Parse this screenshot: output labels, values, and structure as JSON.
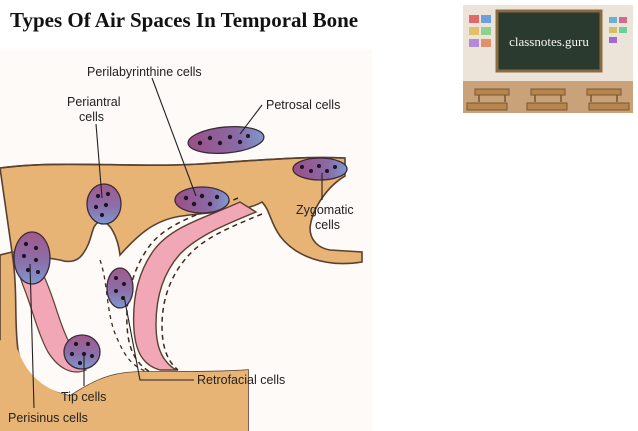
{
  "title": "Types Of Air Spaces In Temporal Bone",
  "labels": {
    "perilabyrinthine": "Perilabyrinthine cells",
    "periantral_1": "Periantral",
    "periantral_2": "cells",
    "petrosal": "Petrosal cells",
    "zygomatic_1": "Zygomatic",
    "zygomatic_2": "cells",
    "retrofacial": "Retrofacial cells",
    "tip": "Tip cells",
    "perisinus": "Perisinus cells"
  },
  "logo": {
    "text": "classnotes.guru"
  },
  "colors": {
    "bone": "#e8b475",
    "bone_outline": "#5a4030",
    "canal_pink": "#f2a7b6",
    "cell_purple": "#9a5a86",
    "cell_blue": "#7e8fc4",
    "cell_dot": "#1e1424",
    "chalkboard": "#2b3a2e"
  }
}
